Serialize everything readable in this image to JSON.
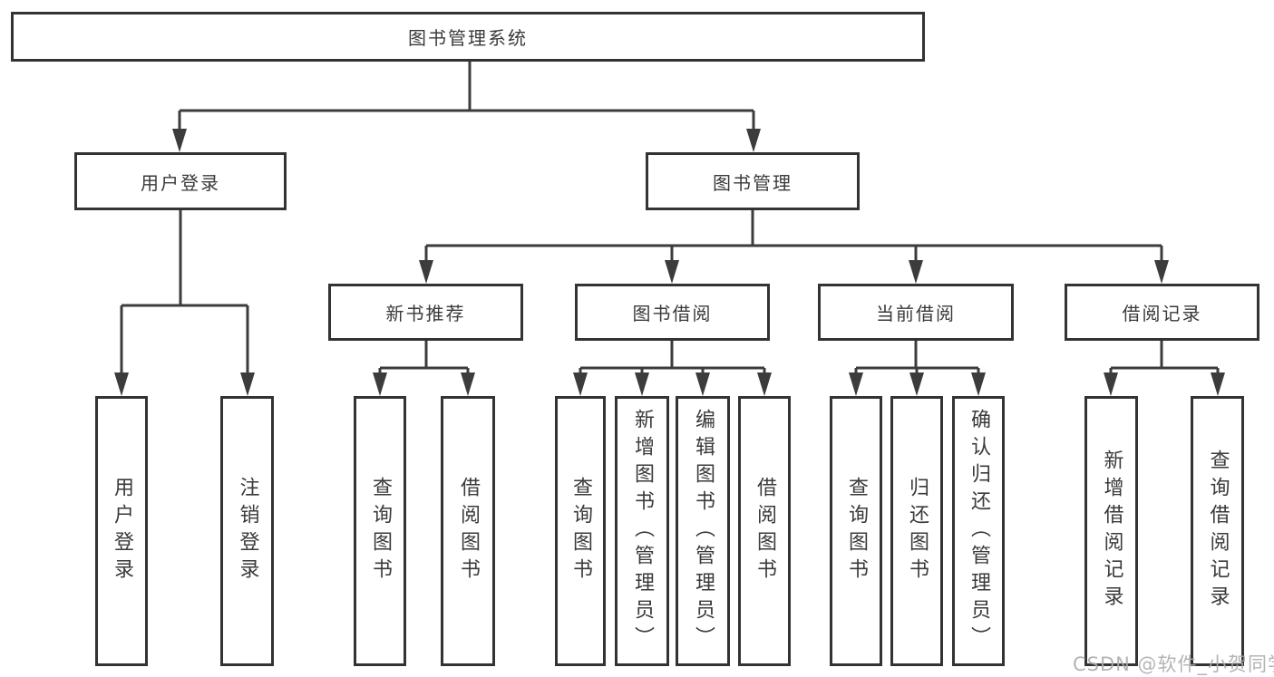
{
  "diagram": {
    "type": "hierarchy-flowchart",
    "title": "图书管理系统",
    "watermark": "CSDN @软件_小贺同学",
    "colors": {
      "background": "#ffffff",
      "box_border": "#333333",
      "line": "#3c3c3c",
      "text": "#3a3a3a",
      "watermark": "#acacac"
    },
    "nodes": {
      "root": {
        "label": "图书管理系统"
      },
      "user_login": {
        "label": "用户登录"
      },
      "book_mgmt": {
        "label": "图书管理"
      },
      "new_book_rec": {
        "label": "新书推荐"
      },
      "book_borrow": {
        "label": "图书借阅"
      },
      "current_borrow": {
        "label": "当前借阅"
      },
      "borrow_records": {
        "label": "借阅记录"
      },
      "leaf_user_login": {
        "label": "用户登录"
      },
      "leaf_logout": {
        "label": "注销登录"
      },
      "leaf_rec_query": {
        "label": "查询图书"
      },
      "leaf_rec_borrow": {
        "label": "借阅图书"
      },
      "leaf_bb_query": {
        "label": "查询图书"
      },
      "leaf_bb_add": {
        "label": "新增图书（管理员）"
      },
      "leaf_bb_edit": {
        "label": "编辑图书（管理员）"
      },
      "leaf_bb_borrow": {
        "label": "借阅图书"
      },
      "leaf_cb_query": {
        "label": "查询图书"
      },
      "leaf_cb_return": {
        "label": "归还图书"
      },
      "leaf_cb_confirm": {
        "label": "确认归还（管理员）"
      },
      "leaf_br_add": {
        "label": "新增借阅记录"
      },
      "leaf_br_query": {
        "label": "查询借阅记录"
      }
    },
    "edges": [
      {
        "from": "root",
        "to": [
          "user_login",
          "book_mgmt"
        ]
      },
      {
        "from": "user_login",
        "to": [
          "leaf_user_login",
          "leaf_logout"
        ]
      },
      {
        "from": "book_mgmt",
        "to": [
          "new_book_rec",
          "book_borrow",
          "current_borrow",
          "borrow_records"
        ]
      },
      {
        "from": "new_book_rec",
        "to": [
          "leaf_rec_query",
          "leaf_rec_borrow"
        ]
      },
      {
        "from": "book_borrow",
        "to": [
          "leaf_bb_query",
          "leaf_bb_add",
          "leaf_bb_edit",
          "leaf_bb_borrow"
        ]
      },
      {
        "from": "current_borrow",
        "to": [
          "leaf_cb_query",
          "leaf_cb_return",
          "leaf_cb_confirm"
        ]
      },
      {
        "from": "borrow_records",
        "to": [
          "leaf_br_add",
          "leaf_br_query"
        ]
      }
    ]
  }
}
